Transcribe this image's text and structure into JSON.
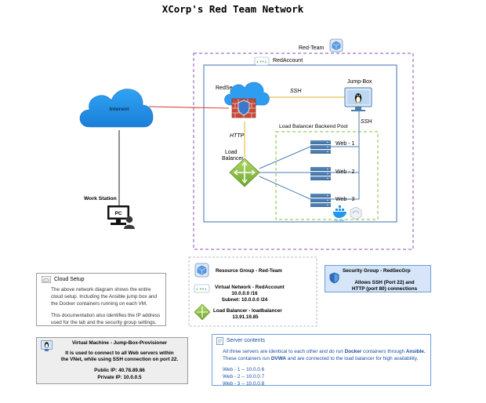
{
  "title": "XCorp's Red Team Network",
  "labels": {
    "red_team": "Red-Team",
    "red_account": "RedAccount",
    "red_sec_grp": "RedSecGrp",
    "jump_box": "Jump-Box",
    "ssh_top": "SSH",
    "ssh_side": "SSH",
    "http": "HTTP",
    "load_balancer_line1": "Load",
    "load_balancer_line2": "Balancer",
    "backend_pool": "Load Balancer Backend Pool",
    "web1": "Web - 1",
    "web2": "Web - 2",
    "web3": "Web - 3",
    "docker": "docker",
    "internet": "Interent",
    "work_station": "Work Station",
    "pc": "PC"
  },
  "legend": {
    "resource_group": "Resource Group - Red-Team",
    "vnet_title": "Virtual Network - RedAccount",
    "vnet_cidr": "10.0.0.0 /16",
    "vnet_subnet": "Subnet: 10.0.0.0 /24",
    "lb_title": "Load Balancer - loadbalancer",
    "lb_ip": "13.91.19.85"
  },
  "cloud_setup": {
    "heading": "Cloud Setup",
    "para1": "The above network diagram shows the entire cloud setup. Including the Ansible jump box and the Docker containers running on each VM.",
    "para2": "This documentation also identifies the IP address used for the lab and the security group settings."
  },
  "security_group": {
    "heading": "Security Group - RedSecGrp",
    "line1": "Allows SSH (Port 22) and",
    "line2": "HTTP (port 80) connections"
  },
  "vm_box": {
    "heading": "Virtual Machine - Jump-Box-Provisioner",
    "line1": "It is used to connect to all Web servers within",
    "line2": "the VNet, while using SSH connection on port 22.",
    "public_ip": "Public IP: 40.78.89.86",
    "private_ip": "Private IP: 10.0.0.5"
  },
  "server_contents": {
    "heading": "Server contents",
    "l1_a": "All three servers are identical to each other and do run ",
    "l1_b": "Docker",
    "l1_c": " containers through ",
    "l1_d": "Ansible.",
    "l2_a": "These containers run ",
    "l2_b": "DVWA",
    "l2_c": " and are connected to the load balancer for high availability.",
    "web1_ip": "Web - 1 -- 10.0.0.6",
    "web2_ip": "Web - 2 -- 10.0.0.7",
    "web3_ip": "Web - 3 -- 10.0.0.8"
  },
  "colors": {
    "red_line": "#d93f3f",
    "ssh_line": "#e0b325",
    "server_blue": "#4f7db0",
    "green_dash": "#7fbf3f",
    "purple_dash": "#8a52b8",
    "account_line": "#3b6fb5",
    "cloud": "#1e90e6"
  }
}
